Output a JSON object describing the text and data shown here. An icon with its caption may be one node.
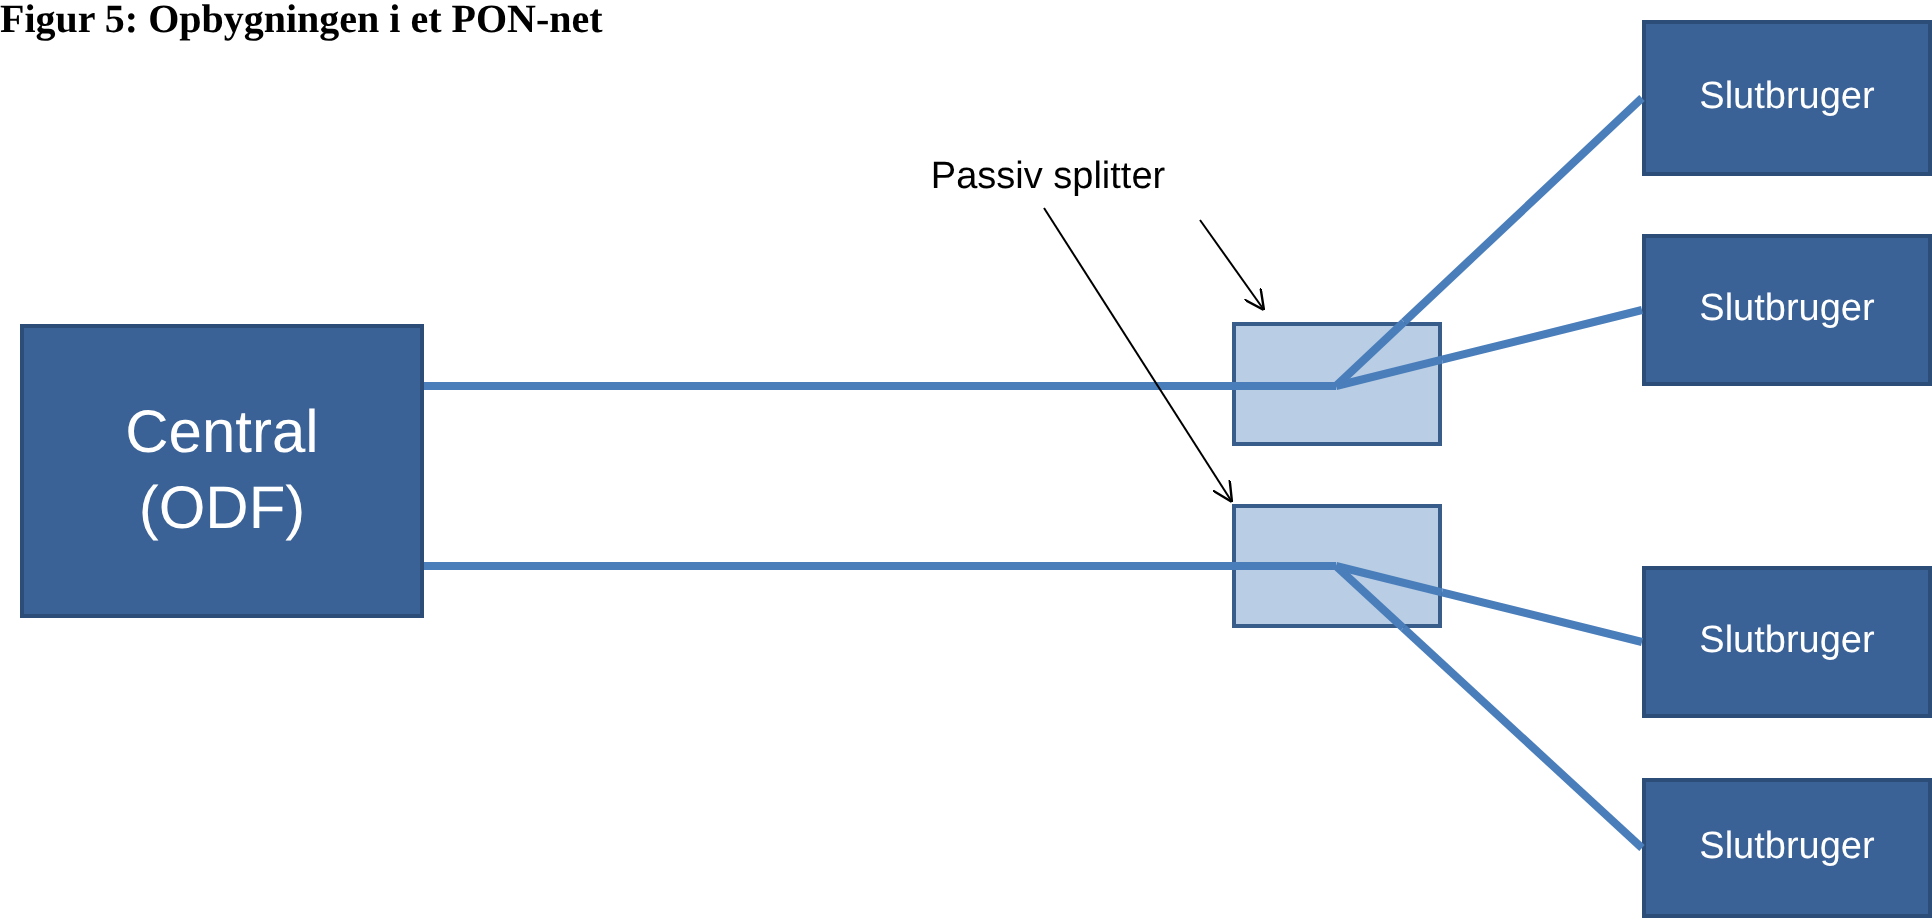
{
  "diagram": {
    "title": "Figur 5: Opbygningen i et PON-net",
    "nodes": [
      {
        "text": [
          "Central (ODF)"
        ]
      },
      {
        "text": [
          "Passiv splitter"
        ]
      },
      {
        "text": [],
        "shape": "box"
      },
      {
        "text": [],
        "shape": "box"
      },
      {
        "text": [
          "Slutbruger"
        ]
      },
      {
        "text": [
          "Slutbruger"
        ]
      },
      {
        "text": [
          "Slutbruger"
        ]
      },
      {
        "text": [
          "Slutbruger"
        ]
      }
    ],
    "edges": [
      {
        "from": 0,
        "to": 2,
        "arrow": "none"
      },
      {
        "from": 0,
        "to": 3,
        "arrow": "none"
      },
      {
        "from": 2,
        "to": 4,
        "arrow": "none"
      },
      {
        "from": 2,
        "to": 5,
        "arrow": "none"
      },
      {
        "from": 3,
        "to": 6,
        "arrow": "none"
      },
      {
        "from": 3,
        "to": 7,
        "arrow": "none"
      },
      {
        "from": 1,
        "to": 2,
        "arrow": "to",
        "color": "#000000"
      },
      {
        "from": 1,
        "to": 3,
        "arrow": "to",
        "color": "#000000"
      }
    ]
  }
}
